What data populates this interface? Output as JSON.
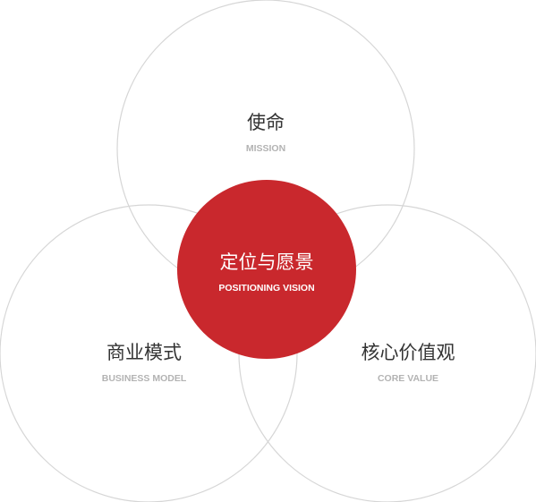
{
  "colors": {
    "ring_stroke": "#d6d6d6",
    "center_fill": "#c9282d",
    "zh_text": "#333333",
    "en_text": "#b3b3b3",
    "center_text": "#ffffff"
  },
  "center": {
    "title": "定位与愿景",
    "subtitle": "POSITIONING VISION"
  },
  "sets": [
    {
      "title": "使命",
      "subtitle": "MISSION"
    },
    {
      "title": "商业模式",
      "subtitle": "BUSINESS MODEL"
    },
    {
      "title": "核心价值观",
      "subtitle": "CORE VALUE"
    }
  ]
}
